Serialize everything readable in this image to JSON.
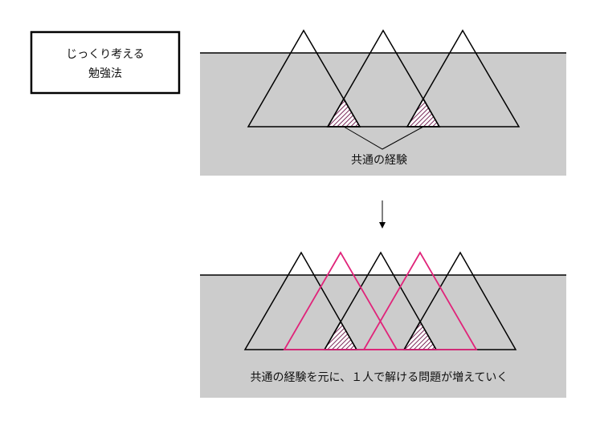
{
  "title_box": {
    "line1": "じっくり考える",
    "line2": "勉強法"
  },
  "top_panel": {
    "caption": "共通の経験"
  },
  "bottom_panel": {
    "caption": "共通の経験を元に、１人で解ける問題が増えていく"
  },
  "colors": {
    "panel_fill": "#cccccc",
    "outline": "#000000",
    "highlight": "#e0247a",
    "hatch": "#7a2a5a"
  }
}
